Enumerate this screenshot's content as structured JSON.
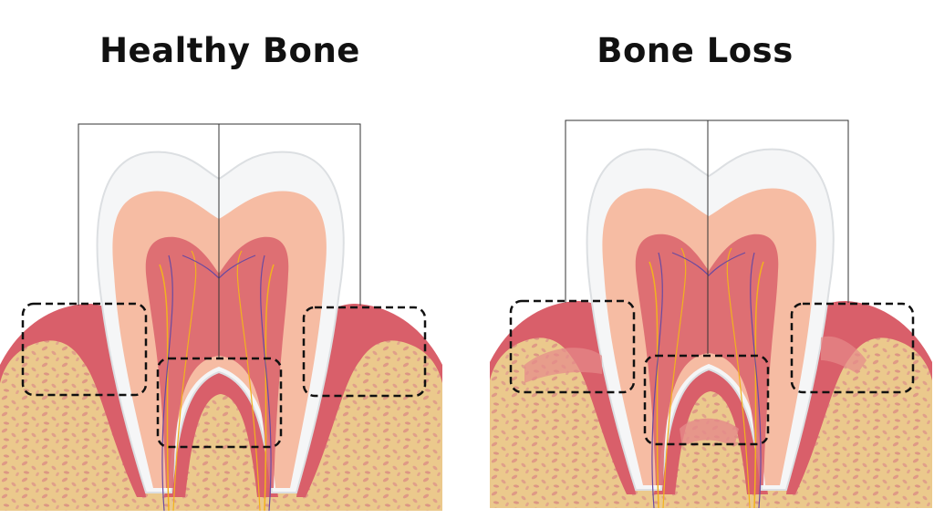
{
  "panels": [
    {
      "title": "Healthy Bone",
      "condition": "healthy"
    },
    {
      "title": "Bone Loss",
      "condition": "loss"
    }
  ],
  "colors": {
    "enamel": "#f7f7f7",
    "dentin": "#f6bca3",
    "pulp": "#d9626b",
    "gum": "#d95f6a",
    "bone": "#ebc98c",
    "bone_spot": "#df9a86",
    "nerve_yellow": "#f2b21e",
    "nerve_purple": "#6a4aa0",
    "outline": "#333333"
  }
}
